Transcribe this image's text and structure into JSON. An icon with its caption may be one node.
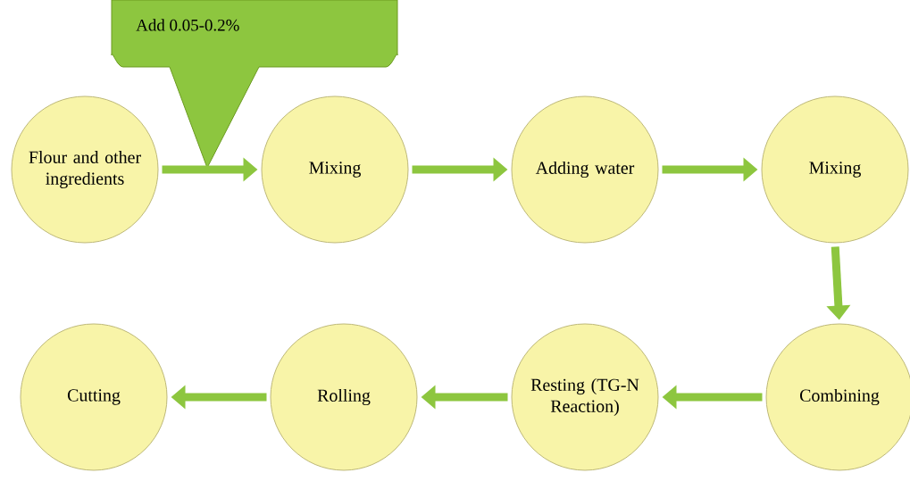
{
  "diagram": {
    "nodes": [
      {
        "text": [
          "Flour and other ingredients"
        ]
      },
      {
        "text": [
          "Mixing"
        ]
      },
      {
        "text": [
          "Adding water"
        ]
      },
      {
        "text": [
          "Mixing"
        ]
      },
      {
        "text": [
          "Combining"
        ]
      },
      {
        "text": [
          "Resting (TG-N Reaction)"
        ]
      },
      {
        "text": [
          "Rolling"
        ]
      },
      {
        "text": [
          "Cutting"
        ]
      },
      {
        "text": [
          "Add 0.05-0.2%"
        ]
      }
    ],
    "edges": [
      {
        "from": 0,
        "to": 1,
        "arrow": "to"
      },
      {
        "from": 1,
        "to": 2,
        "arrow": "to"
      },
      {
        "from": 2,
        "to": 3,
        "arrow": "to"
      },
      {
        "from": 3,
        "to": 4,
        "arrow": "to"
      },
      {
        "from": 4,
        "to": 5,
        "arrow": "to"
      },
      {
        "from": 5,
        "to": 6,
        "arrow": "to"
      },
      {
        "from": 6,
        "to": 7,
        "arrow": "to"
      }
    ]
  }
}
